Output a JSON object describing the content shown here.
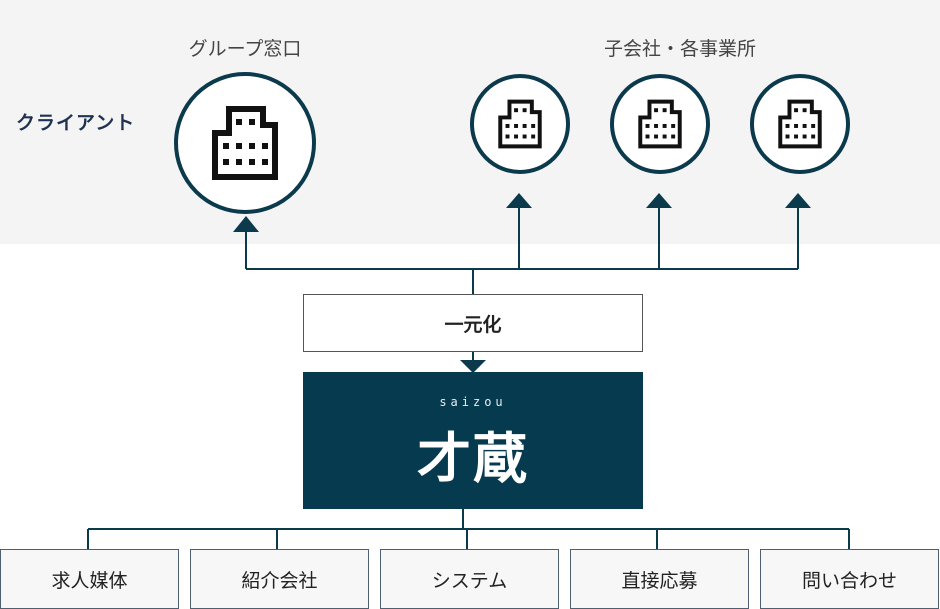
{
  "client": {
    "label": "クライアント",
    "group_label": "グループ窓口",
    "subsidiaries_label": "子会社・各事業所",
    "group_icon": "building-icon",
    "subsidiary_icon": "building-icon",
    "node_count_subsidiaries": 3
  },
  "center": {
    "unify_label": "一元化",
    "brand_roman": "saizou",
    "brand_kanji": "才蔵"
  },
  "categories": [
    {
      "label": "求人媒体"
    },
    {
      "label": "紹介会社"
    },
    {
      "label": "システム"
    },
    {
      "label": "直接応募"
    },
    {
      "label": "問い合わせ"
    }
  ],
  "colors": {
    "accent": "#063a4f",
    "line": "#0b3a4d",
    "band": "#f4f4f4"
  }
}
